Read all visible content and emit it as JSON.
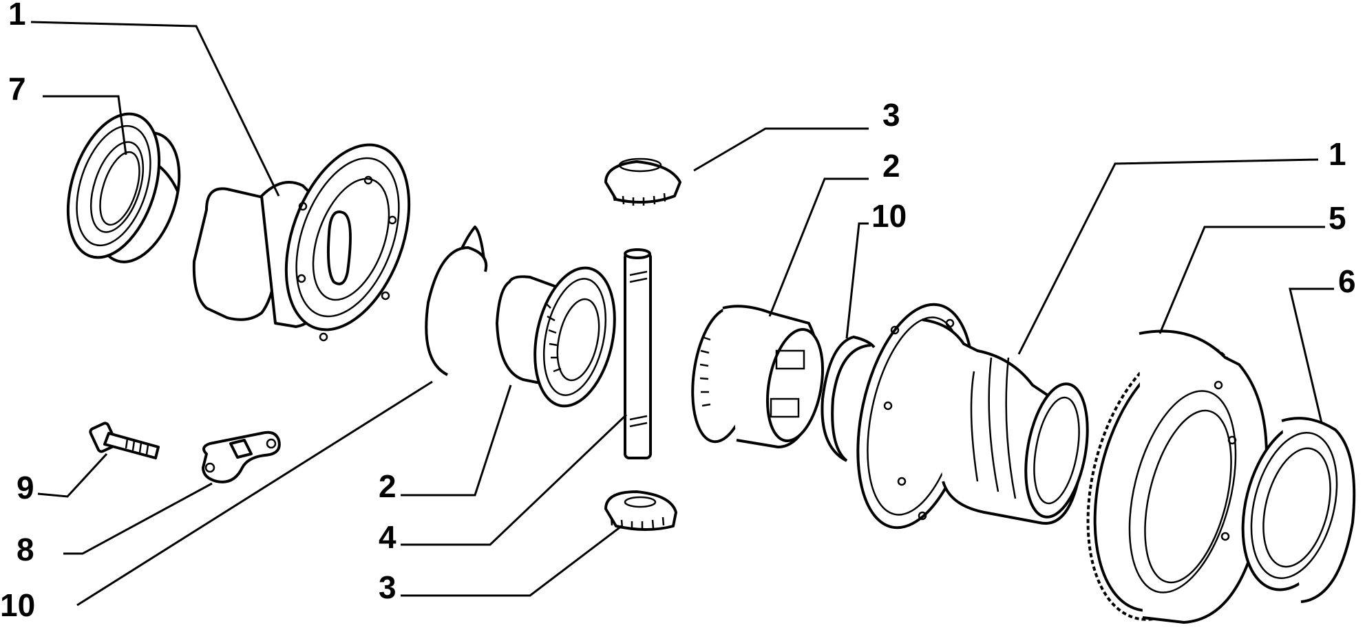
{
  "diagram": {
    "labels": [
      "1",
      "7",
      "3",
      "2",
      "10",
      "1",
      "5",
      "6",
      "9",
      "8",
      "2",
      "4",
      "3",
      "10"
    ]
  }
}
